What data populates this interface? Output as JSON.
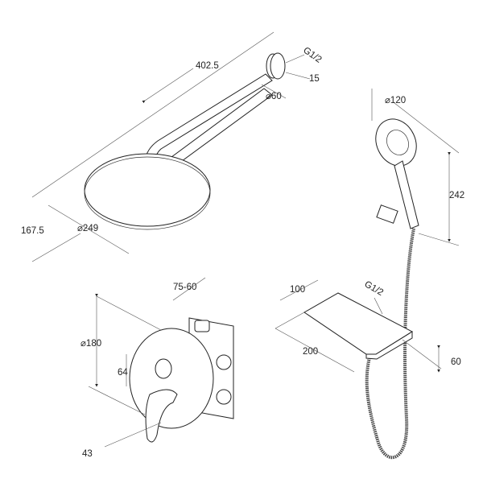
{
  "drawing": {
    "overhead_shower": {
      "arm_length": "402.5",
      "thread": "G1/2",
      "flange_depth": "15",
      "flange_diameter": "⌀60",
      "height_offset": "167.5",
      "head_diameter": "⌀249"
    },
    "hand_shower": {
      "head_diameter": "⌀120",
      "length": "242"
    },
    "mixer": {
      "install_depth": "75-60",
      "plate_diameter": "⌀180",
      "knob_spacing": "64",
      "handle_depth": "43"
    },
    "shelf": {
      "depth": "100",
      "thread": "G1/2",
      "width": "200",
      "height": "60"
    }
  },
  "colors": {
    "line": "#222222",
    "dimension": "#555555"
  }
}
